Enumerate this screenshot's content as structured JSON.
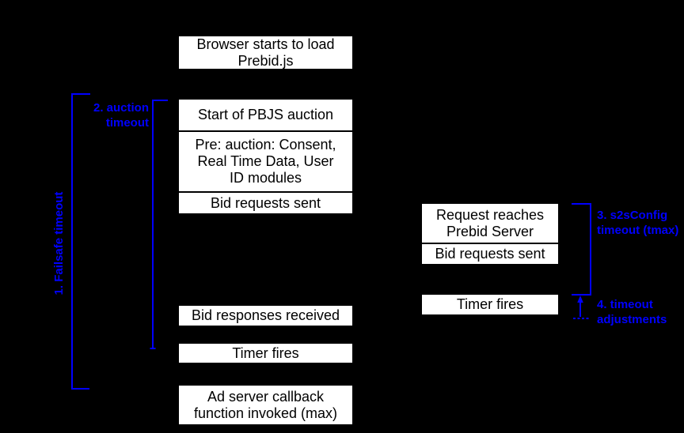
{
  "timeline": {
    "colors": {
      "background": "#000000",
      "box_fill": "#ffffff",
      "box_text": "#000000",
      "accent_blue": "#0000ff"
    },
    "left": {
      "browser_load": "Browser starts to load\nPrebid.js",
      "auction_stack": [
        "Start of PBJS auction",
        "Pre: auction: Consent,\nReal Time Data, User\nID modules",
        "Bid requests sent"
      ],
      "bid_responses": "Bid responses received",
      "timer_fires": "Timer fires",
      "ad_server_callback": "Ad server callback\nfunction invoked (max)"
    },
    "right": {
      "server_stack": [
        "Request reaches\nPrebid Server",
        "Bid requests sent"
      ],
      "timer_fires": "Timer fires"
    },
    "annotations": {
      "failsafe_timeout": "1. Failsafe timeout",
      "auction_timeout": "2. auction\ntimeout",
      "s2s_timeout": "3. s2sConfig\ntimeout (tmax)",
      "timeout_adjustments": "4. timeout\nadjustments"
    }
  }
}
